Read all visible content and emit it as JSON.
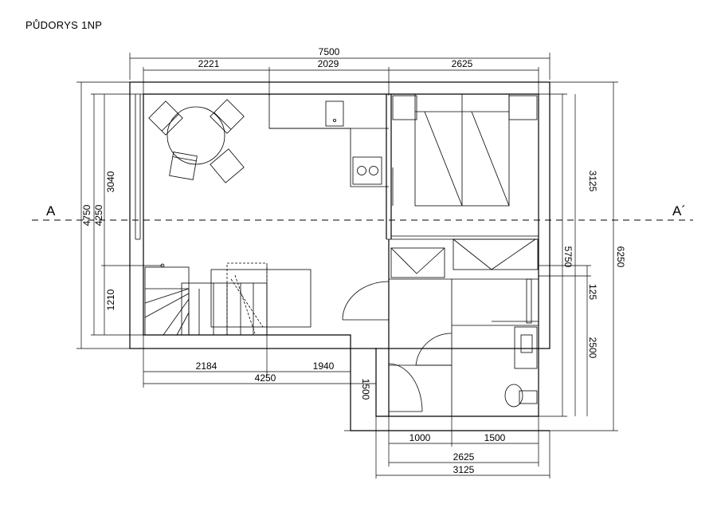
{
  "title": "PŮDORYS 1NP",
  "section": {
    "left": "A",
    "right": "A´"
  },
  "dimensions": {
    "overall_width": "7500",
    "top_segments": [
      "2221",
      "2029",
      "2625"
    ],
    "left_heights": [
      "3040",
      "4250",
      "4750"
    ],
    "left_stair": "1210",
    "right_heights": [
      "3125",
      "5750",
      "6250",
      "125",
      "2500"
    ],
    "bottom_segments": [
      "2184",
      "1940"
    ],
    "bottom_total": "4250",
    "bottom_step": "1500",
    "bath_segments": [
      "1000",
      "1500"
    ],
    "bath_total": "2625",
    "bath_overall": "3125"
  }
}
